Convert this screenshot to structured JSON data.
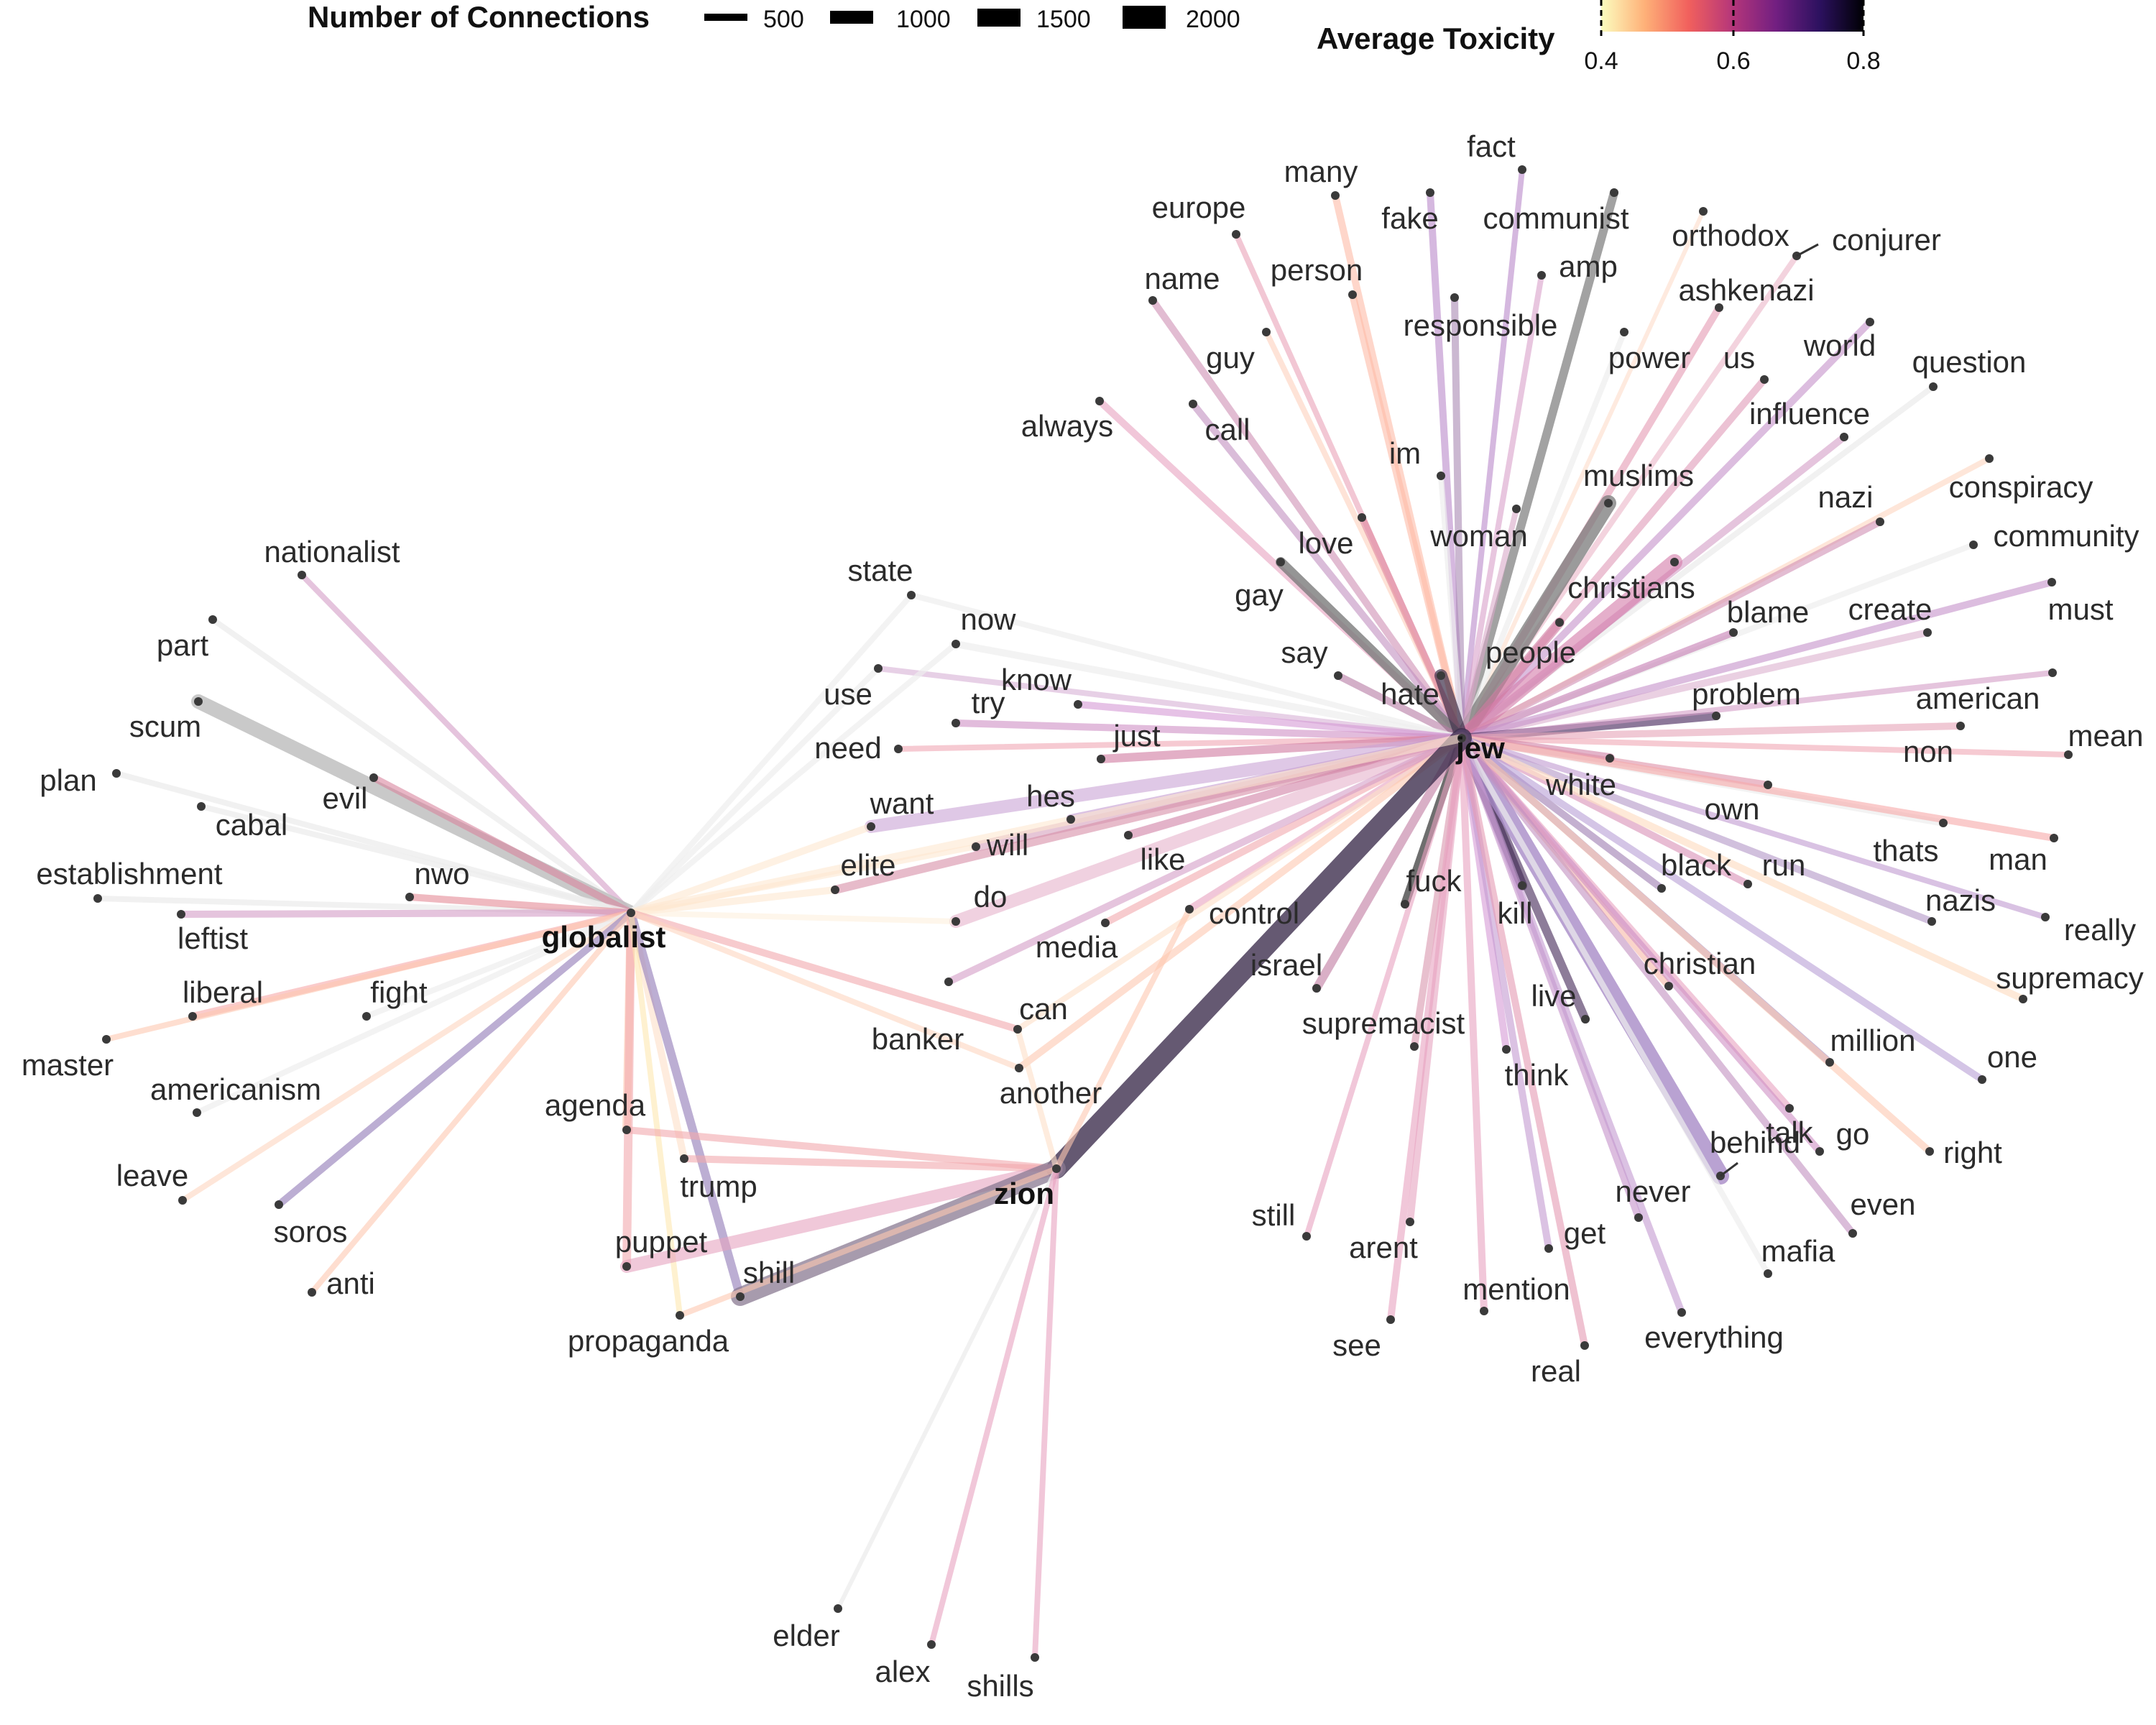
{
  "legend": {
    "size_title": "Number of Connections",
    "size_items": [
      "500",
      "1000",
      "1500",
      "2000"
    ],
    "color_title": "Average Toxicity",
    "color_ticks": [
      "0.4",
      "0.6",
      "0.8"
    ],
    "color_stops": [
      "#fcfdbf",
      "#feb078",
      "#f1605d",
      "#b5367a",
      "#721f81",
      "#2c115f",
      "#000004"
    ]
  },
  "hubs": [
    "jew",
    "globalist",
    "zion"
  ],
  "nodes": [
    {
      "id": "jew",
      "label": "jew",
      "hub": true
    },
    {
      "id": "globalist",
      "label": "globalist",
      "hub": true
    },
    {
      "id": "zion",
      "label": "zion",
      "hub": true
    },
    {
      "id": "fact",
      "label": "fact"
    },
    {
      "id": "many",
      "label": "many"
    },
    {
      "id": "europe",
      "label": "europe"
    },
    {
      "id": "fake",
      "label": "fake"
    },
    {
      "id": "communist",
      "label": "communist"
    },
    {
      "id": "orthodox",
      "label": "orthodox"
    },
    {
      "id": "conjurer",
      "label": "conjurer"
    },
    {
      "id": "person",
      "label": "person"
    },
    {
      "id": "amp",
      "label": "amp"
    },
    {
      "id": "name",
      "label": "name"
    },
    {
      "id": "ashkenazi",
      "label": "ashkenazi"
    },
    {
      "id": "responsible",
      "label": "responsible"
    },
    {
      "id": "guy",
      "label": "guy"
    },
    {
      "id": "power",
      "label": "power"
    },
    {
      "id": "us",
      "label": "us"
    },
    {
      "id": "world",
      "label": "world"
    },
    {
      "id": "question",
      "label": "question"
    },
    {
      "id": "always",
      "label": "always"
    },
    {
      "id": "call",
      "label": "call"
    },
    {
      "id": "influence",
      "label": "influence"
    },
    {
      "id": "im",
      "label": "im"
    },
    {
      "id": "muslims",
      "label": "muslims"
    },
    {
      "id": "conspiracy",
      "label": "conspiracy"
    },
    {
      "id": "nazi",
      "label": "nazi"
    },
    {
      "id": "woman",
      "label": "woman"
    },
    {
      "id": "love",
      "label": "love"
    },
    {
      "id": "community",
      "label": "community"
    },
    {
      "id": "gay",
      "label": "gay"
    },
    {
      "id": "christians",
      "label": "christians"
    },
    {
      "id": "blame",
      "label": "blame"
    },
    {
      "id": "create",
      "label": "create"
    },
    {
      "id": "must",
      "label": "must"
    },
    {
      "id": "say",
      "label": "say"
    },
    {
      "id": "people",
      "label": "people"
    },
    {
      "id": "hate",
      "label": "hate"
    },
    {
      "id": "problem",
      "label": "problem"
    },
    {
      "id": "american",
      "label": "american"
    },
    {
      "id": "mean",
      "label": "mean"
    },
    {
      "id": "non",
      "label": "non"
    },
    {
      "id": "white",
      "label": "white"
    },
    {
      "id": "own",
      "label": "own"
    },
    {
      "id": "thats",
      "label": "thats"
    },
    {
      "id": "man",
      "label": "man"
    },
    {
      "id": "black",
      "label": "black"
    },
    {
      "id": "run",
      "label": "run"
    },
    {
      "id": "nazis",
      "label": "nazis"
    },
    {
      "id": "really",
      "label": "really"
    },
    {
      "id": "fuck",
      "label": "fuck"
    },
    {
      "id": "kill",
      "label": "kill"
    },
    {
      "id": "christian",
      "label": "christian"
    },
    {
      "id": "supremacy",
      "label": "supremacy"
    },
    {
      "id": "israel",
      "label": "israel"
    },
    {
      "id": "live",
      "label": "live"
    },
    {
      "id": "supremacist",
      "label": "supremacist"
    },
    {
      "id": "million",
      "label": "million"
    },
    {
      "id": "one",
      "label": "one"
    },
    {
      "id": "think",
      "label": "think"
    },
    {
      "id": "talk",
      "label": "talk"
    },
    {
      "id": "behind",
      "label": "behind"
    },
    {
      "id": "go",
      "label": "go"
    },
    {
      "id": "right",
      "label": "right"
    },
    {
      "id": "never",
      "label": "never"
    },
    {
      "id": "still",
      "label": "still"
    },
    {
      "id": "even",
      "label": "even"
    },
    {
      "id": "arent",
      "label": "arent"
    },
    {
      "id": "get",
      "label": "get"
    },
    {
      "id": "mafia",
      "label": "mafia"
    },
    {
      "id": "mention",
      "label": "mention"
    },
    {
      "id": "everything",
      "label": "everything"
    },
    {
      "id": "see",
      "label": "see"
    },
    {
      "id": "real",
      "label": "real"
    },
    {
      "id": "state",
      "label": "state"
    },
    {
      "id": "now",
      "label": "now"
    },
    {
      "id": "use",
      "label": "use"
    },
    {
      "id": "know",
      "label": "know"
    },
    {
      "id": "try",
      "label": "try"
    },
    {
      "id": "need",
      "label": "need"
    },
    {
      "id": "just",
      "label": "just"
    },
    {
      "id": "want",
      "label": "want"
    },
    {
      "id": "hes",
      "label": "hes"
    },
    {
      "id": "will",
      "label": "will"
    },
    {
      "id": "elite",
      "label": "elite"
    },
    {
      "id": "like",
      "label": "like"
    },
    {
      "id": "do",
      "label": "do"
    },
    {
      "id": "control",
      "label": "control"
    },
    {
      "id": "media",
      "label": "media"
    },
    {
      "id": "can",
      "label": "can"
    },
    {
      "id": "banker",
      "label": "banker"
    },
    {
      "id": "another",
      "label": "another"
    },
    {
      "id": "nationalist",
      "label": "nationalist"
    },
    {
      "id": "part",
      "label": "part"
    },
    {
      "id": "scum",
      "label": "scum"
    },
    {
      "id": "plan",
      "label": "plan"
    },
    {
      "id": "evil",
      "label": "evil"
    },
    {
      "id": "cabal",
      "label": "cabal"
    },
    {
      "id": "establishment",
      "label": "establishment"
    },
    {
      "id": "nwo",
      "label": "nwo"
    },
    {
      "id": "leftist",
      "label": "leftist"
    },
    {
      "id": "liberal",
      "label": "liberal"
    },
    {
      "id": "fight",
      "label": "fight"
    },
    {
      "id": "master",
      "label": "master"
    },
    {
      "id": "americanism",
      "label": "americanism"
    },
    {
      "id": "agenda",
      "label": "agenda"
    },
    {
      "id": "trump",
      "label": "trump"
    },
    {
      "id": "leave",
      "label": "leave"
    },
    {
      "id": "soros",
      "label": "soros"
    },
    {
      "id": "puppet",
      "label": "puppet"
    },
    {
      "id": "shill",
      "label": "shill"
    },
    {
      "id": "anti",
      "label": "anti"
    },
    {
      "id": "propaganda",
      "label": "propaganda"
    },
    {
      "id": "elder",
      "label": "elder"
    },
    {
      "id": "alex",
      "label": "alex"
    },
    {
      "id": "shills",
      "label": "shills"
    }
  ]
}
